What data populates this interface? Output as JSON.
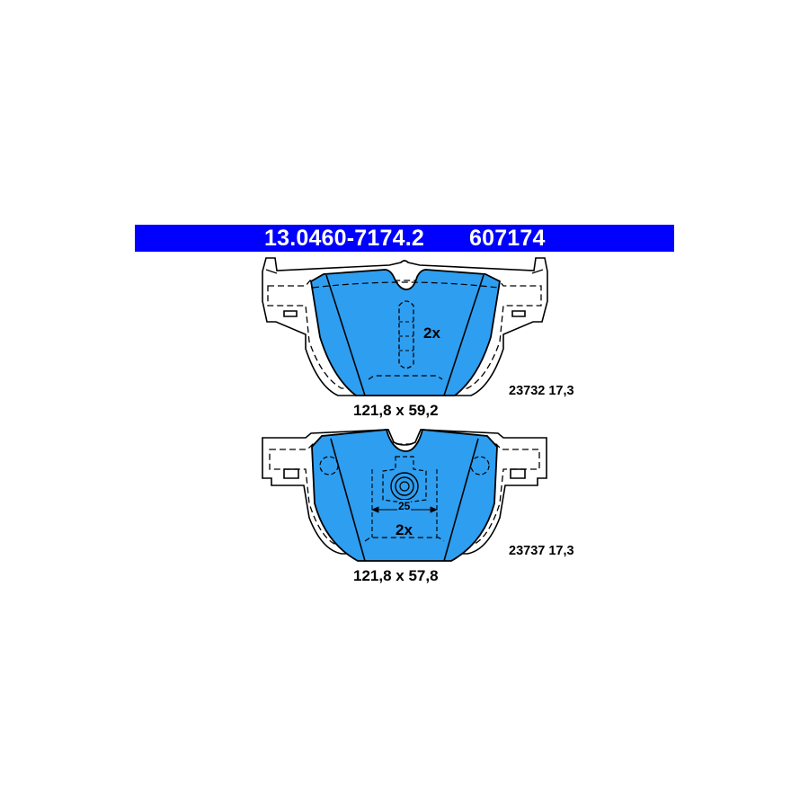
{
  "header": {
    "part_number": "13.0460-7174.2",
    "ref_number": "607174",
    "bar_color": "#0000ff"
  },
  "pads": [
    {
      "quantity": "2x",
      "dimensions": "121,8 x 59,2",
      "code": "23732 17,3"
    },
    {
      "quantity": "2x",
      "dimensions": "121,8 x 57,8",
      "code": "23737 17,3",
      "center_dimension": "25"
    }
  ],
  "colors": {
    "friction_material": "#2e9ef0",
    "outline": "#000000"
  }
}
